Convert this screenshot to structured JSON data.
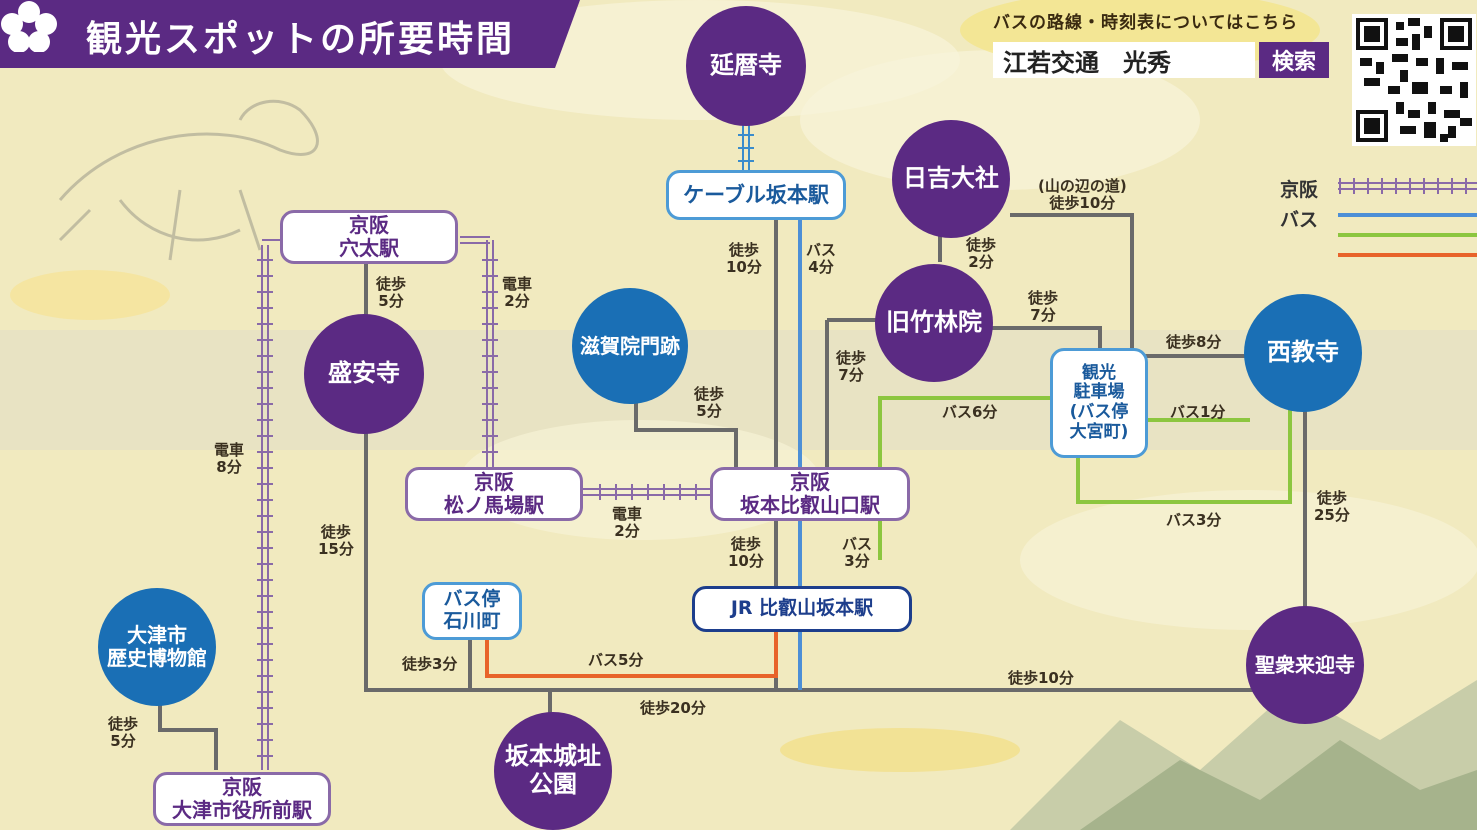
{
  "header": {
    "title": "観光スポットの所要時間"
  },
  "bus_info": {
    "note": "バスの路線・時刻表についてはこちら",
    "search_value": "江若交通　光秀",
    "search_button": "検索"
  },
  "legend": {
    "keihan": "京阪",
    "bus": "バス"
  },
  "colors": {
    "purple": "#5b2a83",
    "blue": "#1a6fb5",
    "keihan_line": "#8a6aa8",
    "bus_line": "#4d8fd6",
    "walk_line": "#666666",
    "green_line": "#8cc63f",
    "orange_line": "#e8632a"
  },
  "spots": {
    "enryakuji": "延暦寺",
    "hiyoshi": "日吉大社",
    "kyuchikurin": "旧竹林院",
    "shigain": "滋賀院門跡",
    "seianji": "盛安寺",
    "saikyoji": "西教寺",
    "shojuraigoji": "聖衆来迎寺",
    "sakamoto_castle": "坂本城址\n公園",
    "otsu_museum": "大津市\n歴史博物館"
  },
  "stations": {
    "cable_sakamoto": "ケーブル坂本駅",
    "keihan_anoo": "京阪\n穴太駅",
    "keihan_matsunobaba": "京阪\n松ノ馬場駅",
    "keihan_sakamoto": "京阪\n坂本比叡山口駅",
    "jr_sakamoto": "JR 比叡山坂本駅",
    "busstop_ishikawa": "バス停\n石川町",
    "kanko_parking": "観光\n駐車場\n(バス停\n大宮町)",
    "keihan_otsu_city": "京阪\n大津市役所前駅"
  },
  "times": {
    "t1": "徒歩\n10分",
    "t2": "バス\n4分",
    "t3": "(山の辺の道)\n徒歩10分",
    "t4": "徒歩\n2分",
    "t5": "徒歩\n7分",
    "t6": "徒歩\n7分",
    "t7": "徒歩8分",
    "t8": "徒歩\n5分",
    "t9": "電車\n2分",
    "t10": "徒歩\n5分",
    "t11": "バス6分",
    "t12": "バス1分",
    "t13": "電車\n8分",
    "t14": "電車\n2分",
    "t15": "徒歩\n25分",
    "t16": "バス3分",
    "t17": "徒歩\n15分",
    "t18": "徒歩\n10分",
    "t19": "バス\n3分",
    "t20": "徒歩3分",
    "t21": "バス5分",
    "t22": "徒歩10分",
    "t23": "徒歩20分",
    "t24": "徒歩\n5分"
  }
}
